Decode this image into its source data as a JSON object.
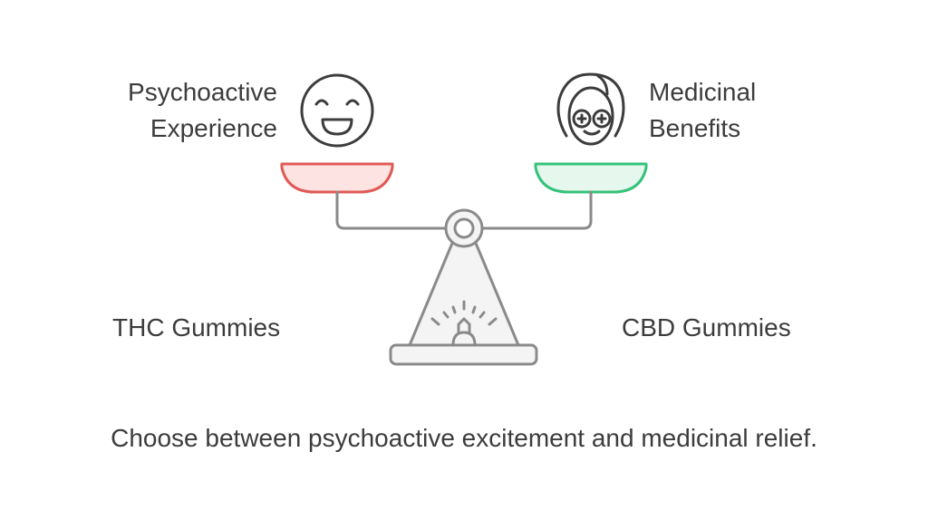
{
  "left": {
    "title_line1": "Psychoactive",
    "title_line2": "Experience",
    "option": "THC Gummies",
    "icon": "laughing-face-icon",
    "color": "#e05a55",
    "fill": "#fde3e2"
  },
  "right": {
    "title_line1": "Medicinal",
    "title_line2": "Benefits",
    "option": "CBD Gummies",
    "icon": "face-mask-cucumber-icon",
    "color": "#35c27a",
    "fill": "#e6f8ee"
  },
  "caption": "Choose between psychoactive excitement and medicinal relief."
}
